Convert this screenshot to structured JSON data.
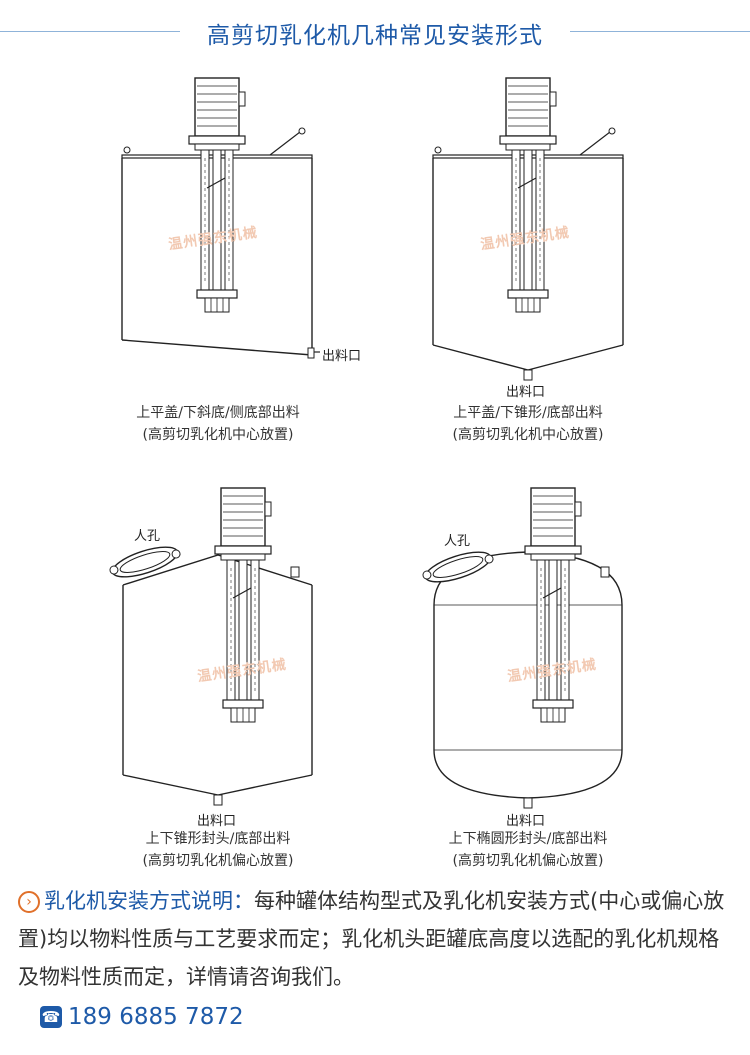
{
  "title": "高剪切乳化机几种常见安装形式",
  "watermark": "温州强东机械",
  "tanks": [
    {
      "outlet_label": "出料口",
      "caption_line1": "上平盖/下斜底/侧底部出料",
      "caption_line2": "(高剪切乳化机中心放置)"
    },
    {
      "outlet_label": "出料口",
      "caption_line1": "上平盖/下锥形/底部出料",
      "caption_line2": "(高剪切乳化机中心放置)"
    },
    {
      "manhole_label": "人孔",
      "outlet_label": "出料口",
      "caption_line1": "上下锥形封头/底部出料",
      "caption_line2": "(高剪切乳化机偏心放置)"
    },
    {
      "manhole_label": "人孔",
      "outlet_label": "出料口",
      "caption_line1": "上下椭圆形封头/底部出料",
      "caption_line2": "(高剪切乳化机偏心放置)"
    }
  ],
  "description": {
    "icon": "chevron-right-icon",
    "heading": "乳化机安装方式说明：",
    "body": "每种罐体结构型式及乳化机安装方式(中心或偏心放置)均以物料性质与工艺要求而定；乳化机头距罐底高度以选配的乳化机规格及物料性质而定，详情请咨询我们。"
  },
  "contact": {
    "icon": "phone-icon",
    "phone": "189 6885 7872"
  },
  "colors": {
    "accent": "#1e5aa8",
    "arrow": "#e0702a"
  }
}
